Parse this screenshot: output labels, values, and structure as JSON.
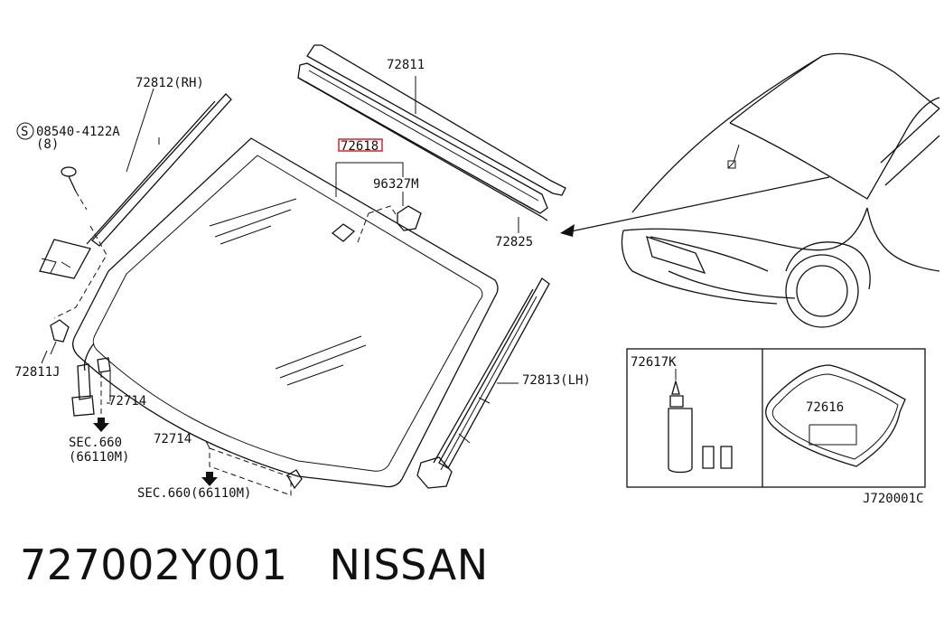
{
  "labels": {
    "roof_rh": "72812(RH)",
    "screw_part": "08540-4122A",
    "screw_qty": "(8)",
    "screw_symbol": "S",
    "molding_top": "72811",
    "windshield_part": "72618",
    "sensor": "96327M",
    "seal_lower": "72825",
    "fastener_j": "72811J",
    "clip_left": "72714",
    "sec_left_1": "SEC.660",
    "sec_left_2": "(66110M)",
    "clip_bottom": "72714",
    "sec_bottom": "SEC.660(66110M)",
    "roof_lh": "72813(LH)",
    "adhesive_kit": "72617K",
    "dam_part": "72616",
    "diagram_code": "J720001C"
  },
  "caption": {
    "part_number": "727002Y001",
    "brand": "NISSAN"
  },
  "colors": {
    "highlight": "#e02020",
    "ink": "#111111"
  }
}
